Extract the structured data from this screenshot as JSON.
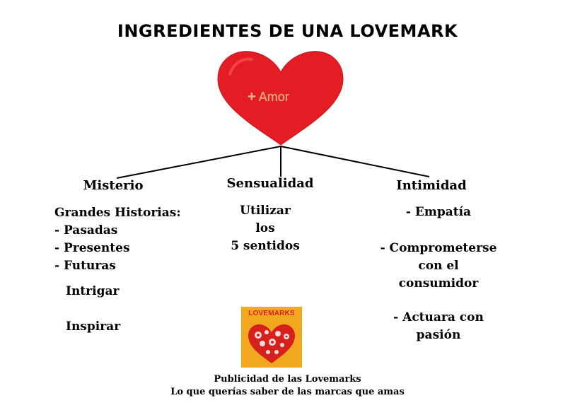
{
  "title": "INGREDIENTES DE UNA LOVEMARK",
  "heart": {
    "plus": "+",
    "label": "Amor",
    "color": "#e31d23"
  },
  "branches": {
    "misterio": {
      "label": "Misterio",
      "list_title": "Grandes Historias:",
      "items": [
        "- Pasadas",
        "- Presentes",
        "- Futuras"
      ],
      "extra": [
        "Intrigar",
        "Inspirar"
      ]
    },
    "sensualidad": {
      "label": "Sensualidad",
      "lines": [
        "Utilizar",
        "los",
        "5 sentidos"
      ]
    },
    "intimidad": {
      "label": "Intimidad",
      "item1": "- Empatía",
      "item2": [
        "- Comprometerse",
        "con el",
        "consumidor"
      ],
      "item3": [
        "- Actuara con",
        "pasión"
      ]
    }
  },
  "logo": {
    "text": "LOVEMARKS",
    "bg_color": "#f2a81e",
    "heart_color": "#d6201b"
  },
  "footer": {
    "line1": "Publicidad de las Lovemarks",
    "line2": "Lo que querías saber de las marcas que amas"
  }
}
